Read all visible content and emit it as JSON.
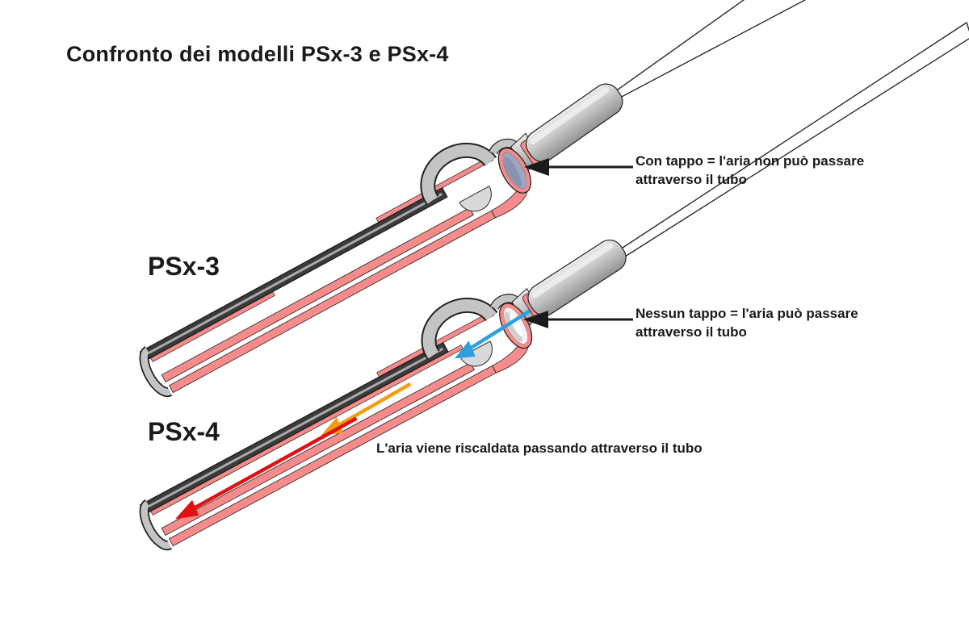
{
  "title": "Confronto dei modelli PSx-3 e PSx-4",
  "models": {
    "top": "PSx-3",
    "bottom": "PSx-4"
  },
  "annotations": {
    "capped": [
      "Con tappo = l'aria non può passare",
      "attraverso il tubo"
    ],
    "uncapped": [
      "Nessun tappo = l'aria può passare",
      "attraverso il tubo"
    ],
    "heated": "L'aria viene riscaldata passando attraverso il tubo"
  },
  "colors": {
    "background": "#FFFFFF",
    "lining_pink": "#F58B8B",
    "rod_dark": "#3A3A3A",
    "rod_highlight": "#A9A9A9",
    "metal_light": "#ECECEC",
    "metal_mid": "#C6C6C6",
    "metal_dark": "#939393",
    "shell_gray": "#C4C4C4",
    "plug_gray_blue": "#9EA6BF",
    "plug_shadow": "#8A93B1",
    "arrow_blue": "#2E9FE0",
    "arrow_orange": "#F49C13",
    "arrow_red": "#E01111",
    "pointer_black": "#1A1A1A"
  }
}
